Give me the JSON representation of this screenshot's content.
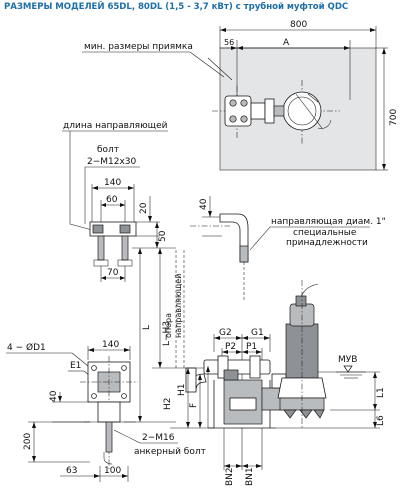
{
  "title": "РАЗМЕРЫ МОДЕЛЕЙ 65DL, 80DL (1,5 - 3,7 кВт) с трубной муфтой QDC",
  "labels": {
    "min_pit": "мин. размеры приямка",
    "guide_length": "длина направляющей",
    "bolt": "болт",
    "bolt_size": "2−M12x30",
    "guide_diam": "направляющая диам. 1\"",
    "special": "специальные",
    "accessories": "принадлежности",
    "guide_support_1": "опора",
    "guide_support_2": "направляющей",
    "mwl": "МУВ",
    "anchor_bolt": "анкерный болт",
    "anchor_size": "2−M16",
    "holes": "4 − ØD1"
  },
  "dims": {
    "d800": "800",
    "d56": "56",
    "dA": "A",
    "d700": "700",
    "d140a": "140",
    "d60": "60",
    "d20": "20",
    "d50": "50",
    "d70": "70",
    "d40a": "40",
    "dL": "L",
    "dLH3": "L−H3",
    "dG2": "G2",
    "dG1": "G1",
    "dP2": "P2",
    "dP1": "P1",
    "dH2": "H2",
    "dH1": "H1",
    "dF": "F",
    "dL1": "L1",
    "dL6": "L6",
    "dBN2": "BN2",
    "dBN1": "BN1",
    "d140b": "140",
    "dE1": "E1",
    "d40b": "40",
    "d200": "200",
    "d63": "63",
    "d100": "100"
  }
}
